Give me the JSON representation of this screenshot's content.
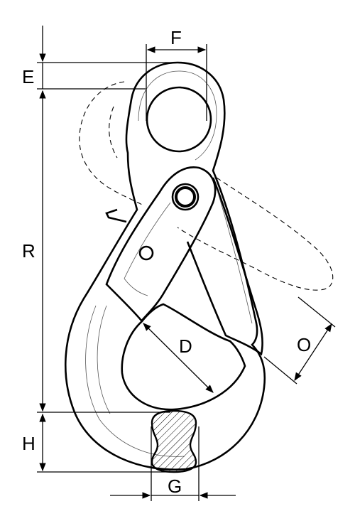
{
  "diagram": {
    "labels": {
      "E": "E",
      "F": "F",
      "R": "R",
      "D": "D",
      "O": "O",
      "H": "H",
      "G": "G"
    }
  }
}
